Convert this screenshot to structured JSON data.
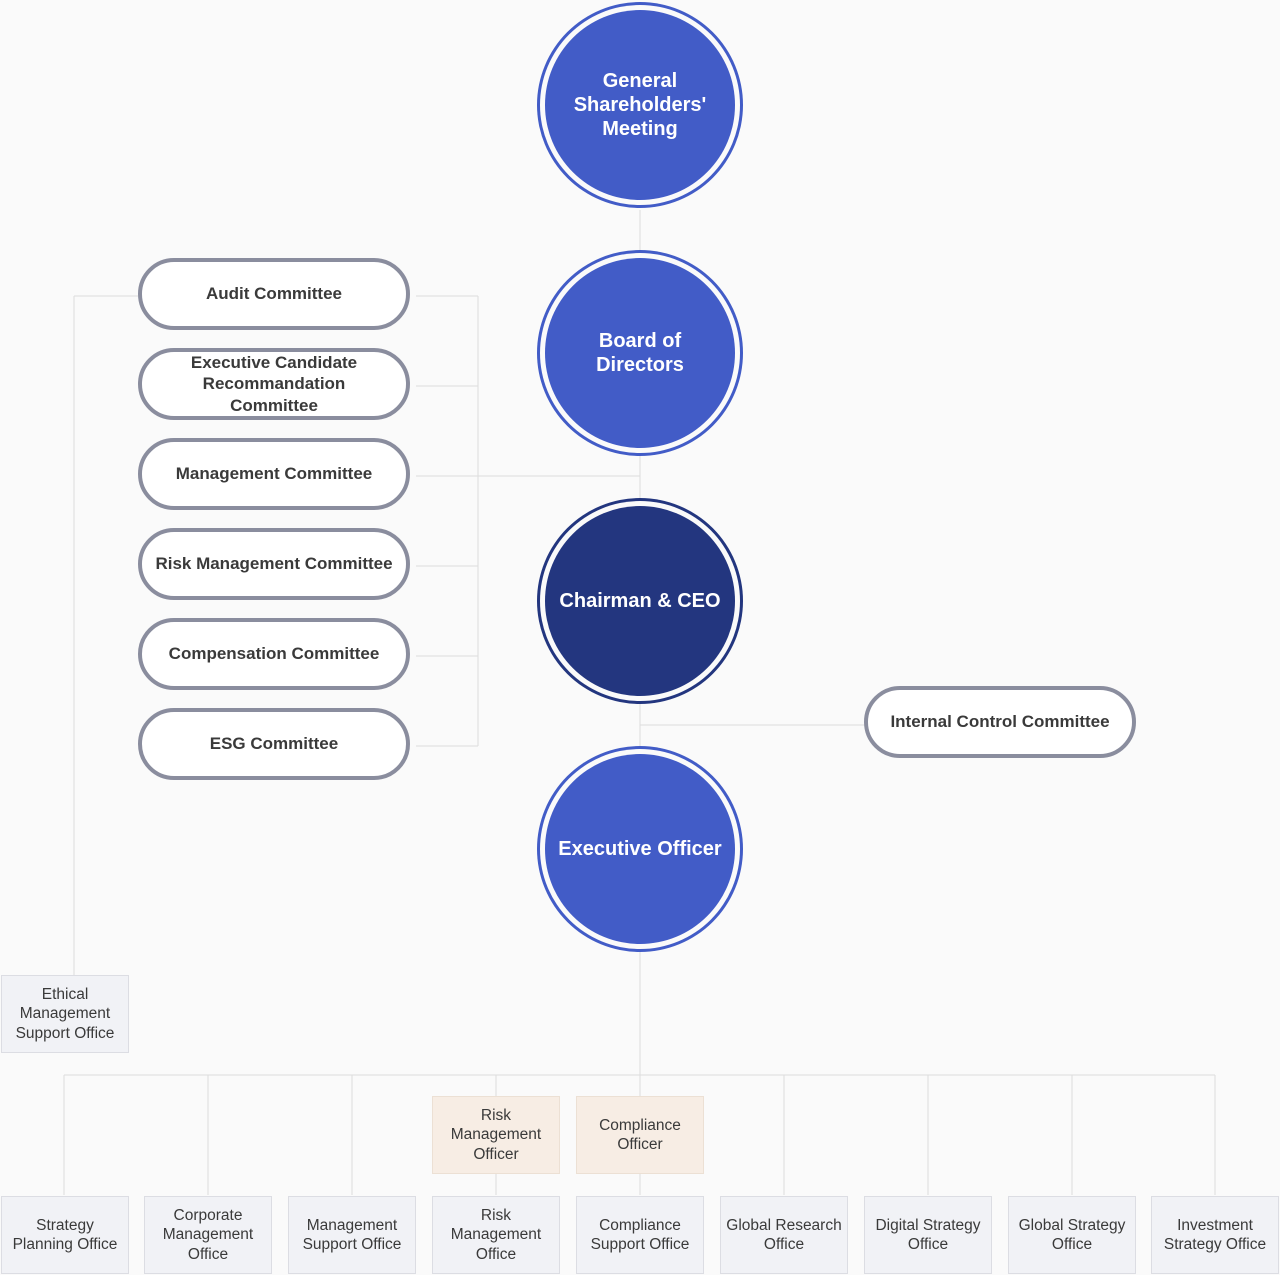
{
  "colors": {
    "circle_blue": "#425cc7",
    "circle_navy": "#23367f",
    "pill_border": "#8a8d9e",
    "box_bg": "#f1f2f6",
    "officer_box_bg": "#f7ede4",
    "connector": "#dcdcdc"
  },
  "circles": {
    "shareholders": "General Shareholders' Meeting",
    "board": "Board of Directors",
    "ceo": "Chairman & CEO",
    "executive": "Executive Officer"
  },
  "committees": [
    "Audit Committee",
    "Executive Candidate Recommandation Committee",
    "Management Committee",
    "Risk Management Committee",
    "Compensation Committee",
    "ESG Committee"
  ],
  "internal_control": "Internal Control Committee",
  "ethical_office": "Ethical Management Support Office",
  "officers": {
    "risk": "Risk Management Officer",
    "compliance": "Compliance Officer"
  },
  "offices": [
    "Strategy Planning Office",
    "Corporate Management Office",
    "Management Support Office",
    "Risk Management Office",
    "Compliance Support Office",
    "Global Research Office",
    "Digital Strategy Office",
    "Global Strategy Office",
    "Investment Strategy Office"
  ]
}
